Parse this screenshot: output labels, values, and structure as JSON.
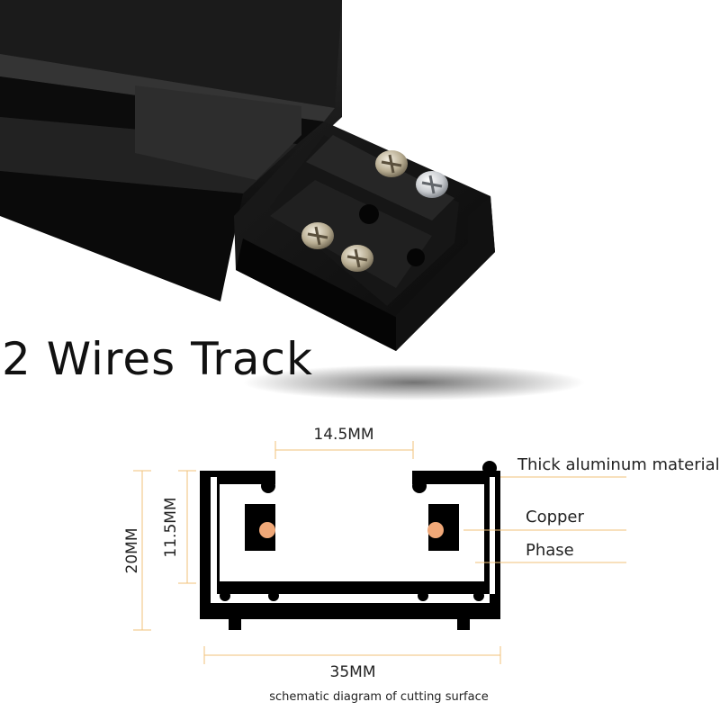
{
  "title": "2 Wires Track",
  "dimensions": {
    "top_opening": "14.5MM",
    "inner_height": "11.5MM",
    "total_height": "20MM",
    "total_width": "35MM"
  },
  "callouts": {
    "material": "Thick aluminum material",
    "copper": "Copper",
    "phase": "Phase"
  },
  "caption": "schematic diagram of cutting surface",
  "colors": {
    "dimension_line": "#f2c27a",
    "profile": "#000000",
    "copper_dot": "#f0a878",
    "callout_line": "#f2c27a"
  }
}
